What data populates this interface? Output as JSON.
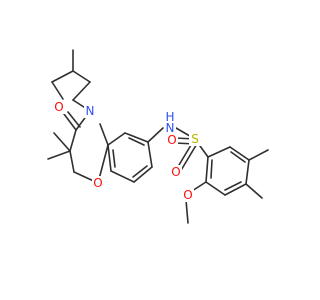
{
  "molecule": {
    "colors": {
      "bond": "#303030",
      "O": "#ff0d0d",
      "N": "#3050f8",
      "S": "#b8b800"
    },
    "atom_labels": {
      "carbonyl_o": "O",
      "ring_n": "N",
      "ring_o": "O",
      "amide_nh": "N",
      "amide_h": "H",
      "sulfur": "S",
      "so_top": "O",
      "so_bottom": "O",
      "methoxy_o": "O"
    }
  }
}
